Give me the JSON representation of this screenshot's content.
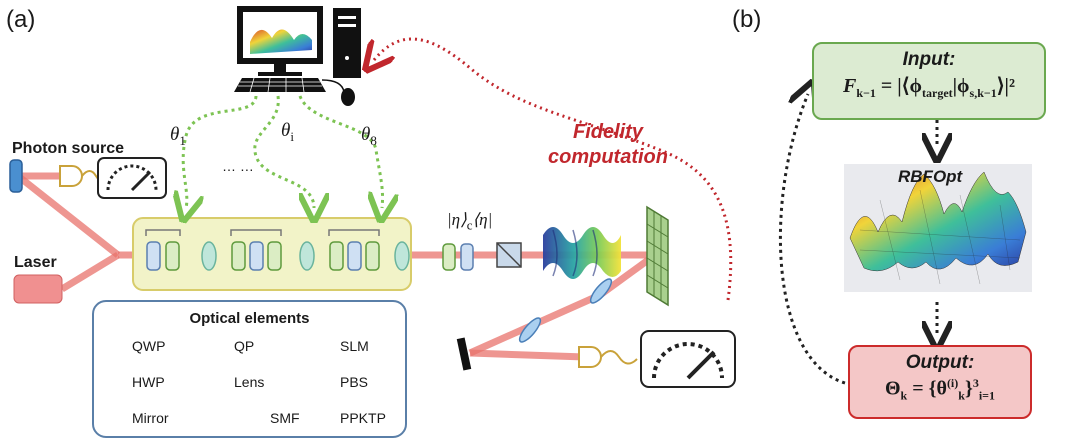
{
  "panels": {
    "a": "(a)",
    "b": "(b)"
  },
  "labels": {
    "photon_source": "Photon source",
    "laser": "Laser",
    "theta_1": "θ",
    "theta_1_sub": "1",
    "theta_i": "θ",
    "theta_i_sub": "i",
    "theta_8": "θ",
    "theta_8_sub": "8",
    "dots": "… …",
    "projector": "|η⟩",
    "projector_c": "c",
    "projector_bra": "⟨η|",
    "fidelity_line1": "Fidelity",
    "fidelity_line2": "computation"
  },
  "legend": {
    "title": "Optical elements",
    "items": {
      "qwp": "QWP",
      "qp": "QP",
      "slm": "SLM",
      "hwp": "HWP",
      "lens": "Lens",
      "pbs": "PBS",
      "mirror": "Mirror",
      "smf": "SMF",
      "ppktp": "PPKTP"
    }
  },
  "optimizer": {
    "input_title": "Input:",
    "input_formula_lhs": "F",
    "input_formula_lhs_sub": "k−1",
    "input_formula_rhs": "= |⟨ϕ",
    "input_formula_target_sub": "target",
    "input_formula_mid": "|ϕ",
    "input_formula_mid_sub": "s,k−1",
    "input_formula_end": "⟩|²",
    "rbfopt": "RBFOpt",
    "output_title": "Output:",
    "output_formula_lhs": "Θ",
    "output_formula_lhs_sub": "k",
    "output_formula_rhs": "= {θ",
    "output_formula_sup": "(i)",
    "output_formula_sub": "k",
    "output_formula_end": "}",
    "output_formula_range_sup": "3",
    "output_formula_range_sub": "i=1"
  },
  "colors": {
    "beam": "#e8736c",
    "green_dotted": "#7dc353",
    "red_dotted": "#c1272d",
    "stage_fill": "#f2f3c8",
    "stage_border": "#d8cc6a"
  }
}
